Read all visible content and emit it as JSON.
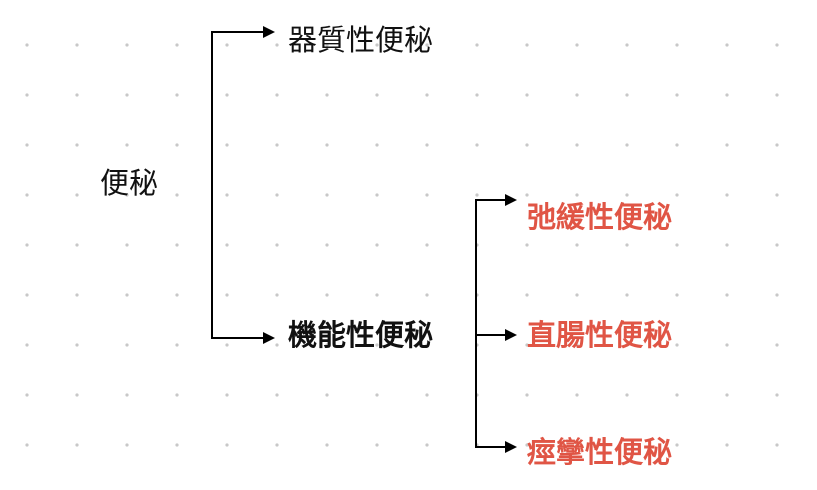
{
  "root": "便秘",
  "branches": [
    {
      "label": "器質性便秘",
      "children": []
    },
    {
      "label": "機能性便秘",
      "children": [
        "弛緩性便秘",
        "直腸性便秘",
        "痙攣性便秘"
      ]
    }
  ],
  "colors": {
    "highlight": "#e05545",
    "line": "#000000",
    "dot": "#c8c8c8"
  }
}
